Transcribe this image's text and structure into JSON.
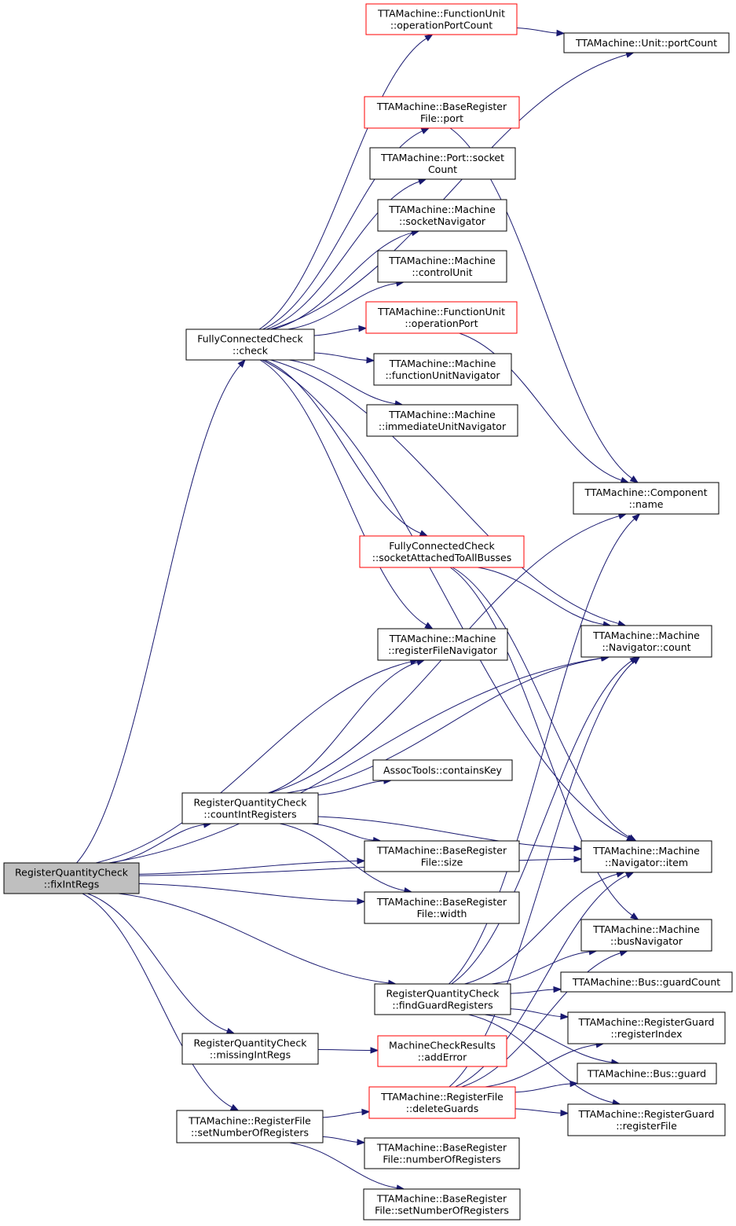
{
  "colors": {
    "edge": "#191970",
    "border_normal": "#000000",
    "border_truncated": "#ff0000",
    "fill_normal": "#ffffff",
    "fill_root": "#bfbfbf"
  },
  "nodes": [
    {
      "id": "n_fixIntRegs",
      "lines": [
        "RegisterQuantityCheck",
        "::fixIntRegs"
      ],
      "style": "root"
    },
    {
      "id": "n_fc_check",
      "lines": [
        "FullyConnectedCheck",
        "::check"
      ],
      "style": "normal"
    },
    {
      "id": "n_countIntRegisters",
      "lines": [
        "RegisterQuantityCheck",
        "::countIntRegisters"
      ],
      "style": "normal"
    },
    {
      "id": "n_findGuardRegisters",
      "lines": [
        "RegisterQuantityCheck",
        "::findGuardRegisters"
      ],
      "style": "normal"
    },
    {
      "id": "n_missingIntRegs",
      "lines": [
        "RegisterQuantityCheck",
        "::missingIntRegs"
      ],
      "style": "normal"
    },
    {
      "id": "n_rf_setNumberOfRegisters",
      "lines": [
        "TTAMachine::RegisterFile",
        "::setNumberOfRegisters"
      ],
      "style": "normal"
    },
    {
      "id": "n_fu_operationPortCount",
      "lines": [
        "TTAMachine::FunctionUnit",
        "::operationPortCount"
      ],
      "style": "truncated"
    },
    {
      "id": "n_unit_portCount",
      "lines": [
        "TTAMachine::Unit::portCount"
      ],
      "style": "normal"
    },
    {
      "id": "n_brf_port",
      "lines": [
        "TTAMachine::BaseRegister",
        "File::port"
      ],
      "style": "truncated"
    },
    {
      "id": "n_port_socketCount",
      "lines": [
        "TTAMachine::Port::socket",
        "Count"
      ],
      "style": "normal"
    },
    {
      "id": "n_m_socketNavigator",
      "lines": [
        "TTAMachine::Machine",
        "::socketNavigator"
      ],
      "style": "normal"
    },
    {
      "id": "n_m_controlUnit",
      "lines": [
        "TTAMachine::Machine",
        "::controlUnit"
      ],
      "style": "normal"
    },
    {
      "id": "n_fu_operationPort",
      "lines": [
        "TTAMachine::FunctionUnit",
        "::operationPort"
      ],
      "style": "truncated"
    },
    {
      "id": "n_m_functionUnitNavigator",
      "lines": [
        "TTAMachine::Machine",
        "::functionUnitNavigator"
      ],
      "style": "normal"
    },
    {
      "id": "n_m_immediateUnitNavigator",
      "lines": [
        "TTAMachine::Machine",
        "::immediateUnitNavigator"
      ],
      "style": "normal"
    },
    {
      "id": "n_component_name",
      "lines": [
        "TTAMachine::Component",
        "::name"
      ],
      "style": "normal"
    },
    {
      "id": "n_fc_socketAttached",
      "lines": [
        "FullyConnectedCheck",
        "::socketAttachedToAllBusses"
      ],
      "style": "truncated"
    },
    {
      "id": "n_m_registerFileNavigator",
      "lines": [
        "TTAMachine::Machine",
        "::registerFileNavigator"
      ],
      "style": "normal"
    },
    {
      "id": "n_nav_count",
      "lines": [
        "TTAMachine::Machine",
        "::Navigator::count"
      ],
      "style": "normal"
    },
    {
      "id": "n_assoc_containsKey",
      "lines": [
        "AssocTools::containsKey"
      ],
      "style": "normal"
    },
    {
      "id": "n_nav_item",
      "lines": [
        "TTAMachine::Machine",
        "::Navigator::item"
      ],
      "style": "normal"
    },
    {
      "id": "n_brf_size",
      "lines": [
        "TTAMachine::BaseRegister",
        "File::size"
      ],
      "style": "normal"
    },
    {
      "id": "n_brf_width",
      "lines": [
        "TTAMachine::BaseRegister",
        "File::width"
      ],
      "style": "normal"
    },
    {
      "id": "n_m_busNavigator",
      "lines": [
        "TTAMachine::Machine",
        "::busNavigator"
      ],
      "style": "normal"
    },
    {
      "id": "n_bus_guardCount",
      "lines": [
        "TTAMachine::Bus::guardCount"
      ],
      "style": "normal"
    },
    {
      "id": "n_rg_registerIndex",
      "lines": [
        "TTAMachine::RegisterGuard",
        "::registerIndex"
      ],
      "style": "normal"
    },
    {
      "id": "n_mcr_addError",
      "lines": [
        "MachineCheckResults",
        "::addError"
      ],
      "style": "truncated"
    },
    {
      "id": "n_bus_guard",
      "lines": [
        "TTAMachine::Bus::guard"
      ],
      "style": "normal"
    },
    {
      "id": "n_rf_deleteGuards",
      "lines": [
        "TTAMachine::RegisterFile",
        "::deleteGuards"
      ],
      "style": "truncated"
    },
    {
      "id": "n_rg_registerFile",
      "lines": [
        "TTAMachine::RegisterGuard",
        "::registerFile"
      ],
      "style": "normal"
    },
    {
      "id": "n_brf_numberOfRegisters",
      "lines": [
        "TTAMachine::BaseRegister",
        "File::numberOfRegisters"
      ],
      "style": "normal"
    },
    {
      "id": "n_brf_setNumberOfRegisters",
      "lines": [
        "TTAMachine::BaseRegister",
        "File::setNumberOfRegisters"
      ],
      "style": "normal"
    }
  ],
  "edges": [
    {
      "from": "n_fixIntRegs",
      "to": "n_fc_check"
    },
    {
      "from": "n_fixIntRegs",
      "to": "n_countIntRegisters"
    },
    {
      "from": "n_fixIntRegs",
      "to": "n_m_registerFileNavigator"
    },
    {
      "from": "n_fixIntRegs",
      "to": "n_nav_count"
    },
    {
      "from": "n_fixIntRegs",
      "to": "n_brf_size"
    },
    {
      "from": "n_fixIntRegs",
      "to": "n_brf_width"
    },
    {
      "from": "n_fixIntRegs",
      "to": "n_nav_item"
    },
    {
      "from": "n_fixIntRegs",
      "to": "n_findGuardRegisters"
    },
    {
      "from": "n_fixIntRegs",
      "to": "n_missingIntRegs"
    },
    {
      "from": "n_fixIntRegs",
      "to": "n_rf_setNumberOfRegisters"
    },
    {
      "from": "n_fc_check",
      "to": "n_fu_operationPortCount"
    },
    {
      "from": "n_fc_check",
      "to": "n_unit_portCount"
    },
    {
      "from": "n_fc_check",
      "to": "n_brf_port"
    },
    {
      "from": "n_fc_check",
      "to": "n_port_socketCount"
    },
    {
      "from": "n_fc_check",
      "to": "n_m_socketNavigator"
    },
    {
      "from": "n_fc_check",
      "to": "n_m_controlUnit"
    },
    {
      "from": "n_fc_check",
      "to": "n_fu_operationPort"
    },
    {
      "from": "n_fc_check",
      "to": "n_m_functionUnitNavigator"
    },
    {
      "from": "n_fc_check",
      "to": "n_m_immediateUnitNavigator"
    },
    {
      "from": "n_fc_check",
      "to": "n_nav_count"
    },
    {
      "from": "n_fc_check",
      "to": "n_fc_socketAttached"
    },
    {
      "from": "n_fc_check",
      "to": "n_m_registerFileNavigator"
    },
    {
      "from": "n_fc_check",
      "to": "n_nav_item"
    },
    {
      "from": "n_fu_operationPortCount",
      "to": "n_unit_portCount"
    },
    {
      "from": "n_brf_port",
      "to": "n_component_name"
    },
    {
      "from": "n_fu_operationPort",
      "to": "n_component_name"
    },
    {
      "from": "n_fc_socketAttached",
      "to": "n_nav_count"
    },
    {
      "from": "n_fc_socketAttached",
      "to": "n_nav_item"
    },
    {
      "from": "n_fc_socketAttached",
      "to": "n_m_busNavigator"
    },
    {
      "from": "n_countIntRegisters",
      "to": "n_m_registerFileNavigator"
    },
    {
      "from": "n_countIntRegisters",
      "to": "n_component_name"
    },
    {
      "from": "n_countIntRegisters",
      "to": "n_nav_count"
    },
    {
      "from": "n_countIntRegisters",
      "to": "n_assoc_containsKey"
    },
    {
      "from": "n_countIntRegisters",
      "to": "n_nav_item"
    },
    {
      "from": "n_countIntRegisters",
      "to": "n_brf_size"
    },
    {
      "from": "n_countIntRegisters",
      "to": "n_brf_width"
    },
    {
      "from": "n_findGuardRegisters",
      "to": "n_component_name"
    },
    {
      "from": "n_findGuardRegisters",
      "to": "n_nav_count"
    },
    {
      "from": "n_findGuardRegisters",
      "to": "n_nav_item"
    },
    {
      "from": "n_findGuardRegisters",
      "to": "n_m_busNavigator"
    },
    {
      "from": "n_findGuardRegisters",
      "to": "n_bus_guardCount"
    },
    {
      "from": "n_findGuardRegisters",
      "to": "n_rg_registerIndex"
    },
    {
      "from": "n_findGuardRegisters",
      "to": "n_bus_guard"
    },
    {
      "from": "n_findGuardRegisters",
      "to": "n_rg_registerFile"
    },
    {
      "from": "n_missingIntRegs",
      "to": "n_mcr_addError"
    },
    {
      "from": "n_rf_setNumberOfRegisters",
      "to": "n_rf_deleteGuards"
    },
    {
      "from": "n_rf_setNumberOfRegisters",
      "to": "n_brf_numberOfRegisters"
    },
    {
      "from": "n_rf_setNumberOfRegisters",
      "to": "n_brf_setNumberOfRegisters"
    },
    {
      "from": "n_rf_deleteGuards",
      "to": "n_nav_count"
    },
    {
      "from": "n_rf_deleteGuards",
      "to": "n_nav_item"
    },
    {
      "from": "n_rf_deleteGuards",
      "to": "n_m_busNavigator"
    },
    {
      "from": "n_rf_deleteGuards",
      "to": "n_rg_registerIndex"
    },
    {
      "from": "n_rf_deleteGuards",
      "to": "n_bus_guard"
    },
    {
      "from": "n_rf_deleteGuards",
      "to": "n_rg_registerFile"
    }
  ]
}
